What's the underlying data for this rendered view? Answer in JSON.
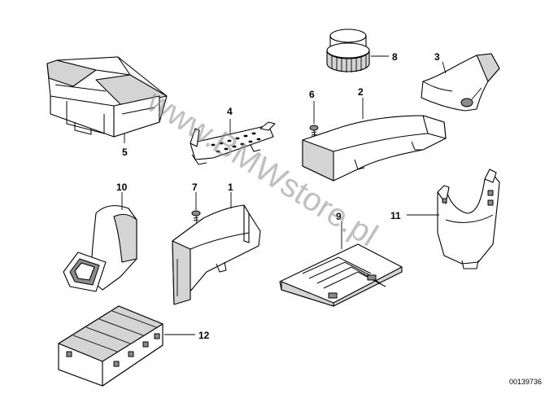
{
  "diagram": {
    "part_numbers": [
      "1",
      "2",
      "3",
      "4",
      "5",
      "6",
      "7",
      "8",
      "9",
      "10",
      "11",
      "12"
    ],
    "watermark": "www.BMWstore.pl",
    "reference_code": "00139736"
  }
}
